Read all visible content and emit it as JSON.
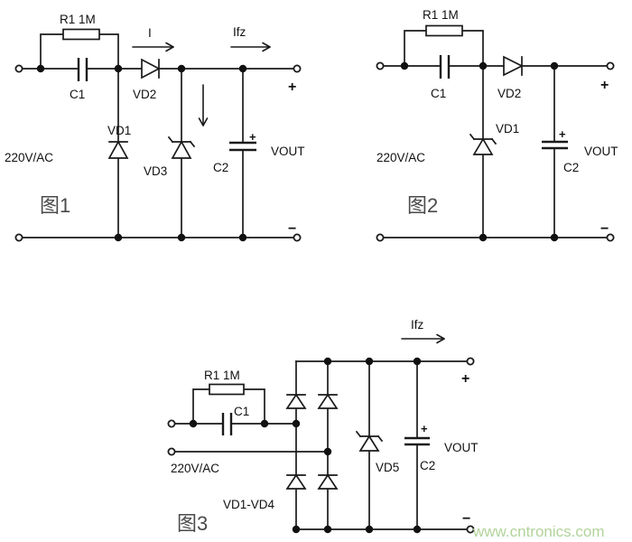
{
  "colors": {
    "line": "#1a1a1a",
    "watermark": "#b2d39a",
    "background": "#ffffff"
  },
  "watermark": "www.cntronics.com",
  "figure1": {
    "title": "图1",
    "source": "220V/AC",
    "resistor": "R1 1M",
    "c1": "C1",
    "vd1": "VD1",
    "vd2": "VD2",
    "vd3": "VD3",
    "c2": "C2",
    "vout": "VOUT",
    "current_i": "I",
    "current_ifz": "Ifz",
    "plus": "+",
    "minus": "−",
    "c2_polarity": "+"
  },
  "figure2": {
    "title": "图2",
    "source": "220V/AC",
    "resistor": "R1 1M",
    "c1": "C1",
    "vd1": "VD1",
    "vd2": "VD2",
    "c2": "C2",
    "vout": "VOUT",
    "plus": "+",
    "minus": "−",
    "c2_polarity": "+"
  },
  "figure3": {
    "title": "图3",
    "source": "220V/AC",
    "resistor": "R1 1M",
    "c1": "C1",
    "bridge": "VD1-VD4",
    "vd5": "VD5",
    "c2": "C2",
    "vout": "VOUT",
    "current_ifz": "Ifz",
    "plus": "+",
    "minus": "−",
    "c2_polarity": "+"
  }
}
